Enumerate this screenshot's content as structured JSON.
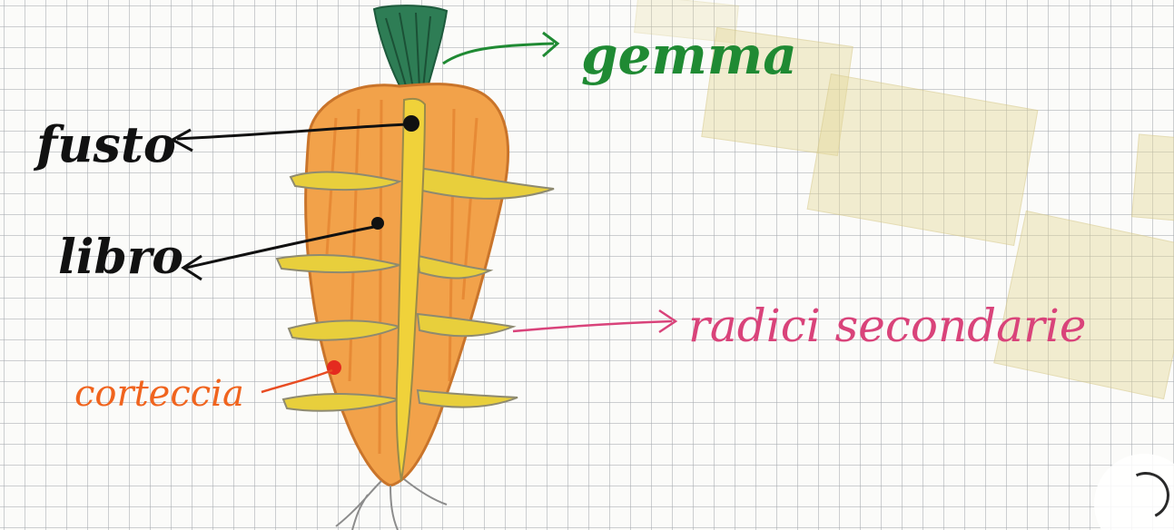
{
  "diagram": {
    "subject": "carrot",
    "labels": {
      "gemma": "gemma",
      "fusto": "fusto",
      "libro": "libro",
      "radici_secondarie": "radici secondarie",
      "corteccia": "corteccia"
    }
  },
  "colors": {
    "gemma": "#1f8a33",
    "fusto": "#111111",
    "libro": "#111111",
    "radici_secondarie": "#d9437a",
    "corteccia": "#f0641e",
    "carrot_body": "#f2a24a",
    "carrot_core": "#f0d23a",
    "leaves": "#2e7d55",
    "secondary_roots": "#e8cf3c"
  }
}
